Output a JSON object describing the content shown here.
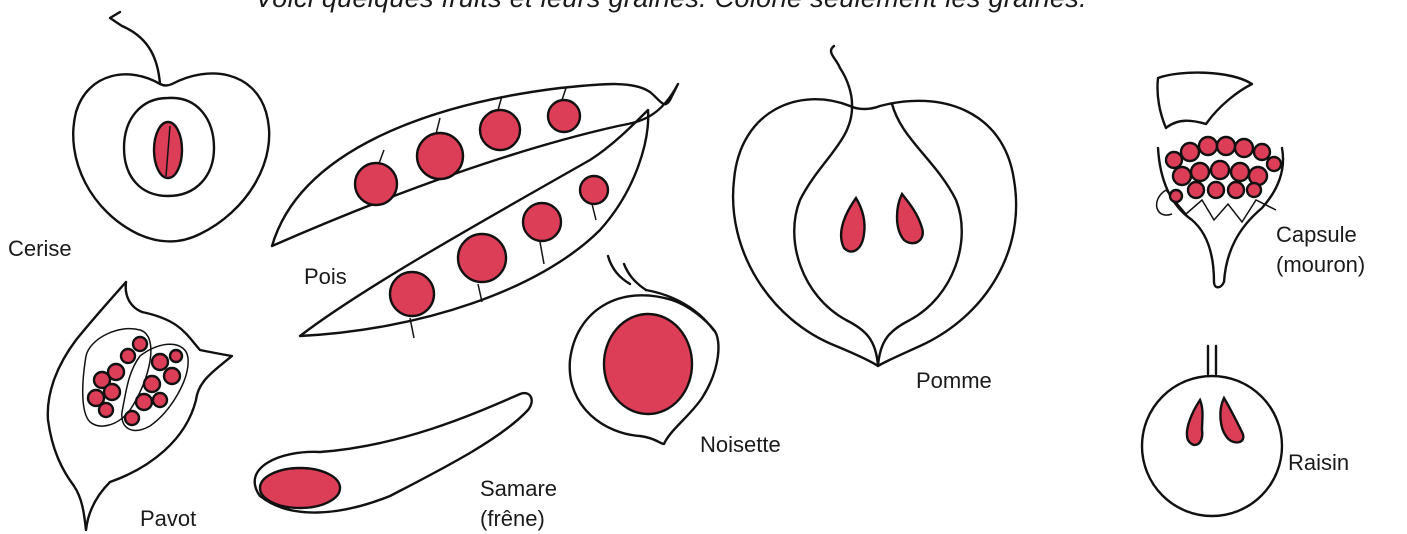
{
  "instruction": "Voici quelques fruits et leurs graines. Colorie seulement les graines.",
  "colors": {
    "seed": "#dc3e58",
    "outline": "#111111",
    "background": "#ffffff"
  },
  "fruits": {
    "cerise": {
      "label": "Cerise"
    },
    "pois": {
      "label": "Pois"
    },
    "pavot": {
      "label": "Pavot"
    },
    "samare": {
      "label": "Samare",
      "sublabel": "(frêne)"
    },
    "noisette": {
      "label": "Noisette"
    },
    "pomme": {
      "label": "Pomme"
    },
    "capsule": {
      "label": "Capsule",
      "sublabel": "(mouron)"
    },
    "raisin": {
      "label": "Raisin"
    }
  }
}
